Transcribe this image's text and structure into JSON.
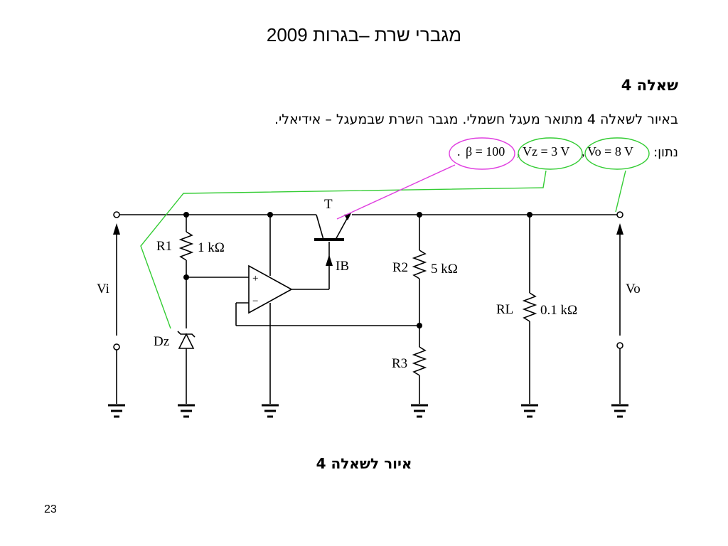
{
  "slide": {
    "title": "מגברי שרת –בגרות 2009",
    "page_number": "23"
  },
  "question": {
    "heading": "שאלה 4",
    "text": "באיור לשאלה 4 מתואר מעגל חשמלי. מגבר השרת שבמעגל – אידיאלי.",
    "given_label": "נתון:",
    "given_items": {
      "vo": "Vo = 8 V",
      "vz": "Vz = 3 V",
      "beta": "β = 100"
    },
    "separators": [
      ",",
      ",",
      "."
    ]
  },
  "figure": {
    "caption": "איור לשאלה 4",
    "labels": {
      "r1": "R1",
      "r1_value": "1 kΩ",
      "r2": "R2",
      "r2_value": "5 kΩ",
      "r3": "R3",
      "rl": "RL",
      "rl_value": "0.1 kΩ",
      "transistor": "T",
      "ib": "IB",
      "vi": "Vi",
      "vo": "Vo",
      "dz": "Dz",
      "plus": "+",
      "minus": "−"
    }
  },
  "colors": {
    "annotation_green": "#33cc33",
    "annotation_magenta": "#e040e0"
  }
}
